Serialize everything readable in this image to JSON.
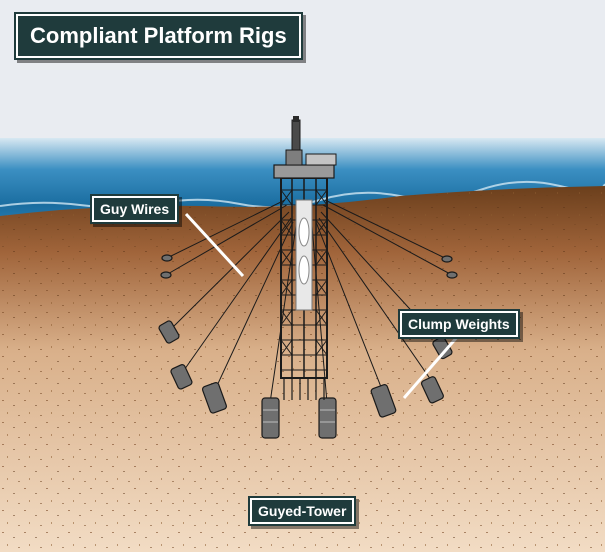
{
  "title": "Compliant Platform Rigs",
  "labels": {
    "guy_wires": "Guy Wires",
    "clump_weights": "Clump Weights",
    "guyed_tower": "Guyed-Tower"
  },
  "colors": {
    "sky": "#e9ecf1",
    "sea_top": "#cfe3ef",
    "sea_deep": "#1d6fa3",
    "seabed_top": "#6b3f1c",
    "seabed_bottom": "#f0d7bb",
    "label_bg": "#1f3b3c",
    "structure": "#222222"
  }
}
